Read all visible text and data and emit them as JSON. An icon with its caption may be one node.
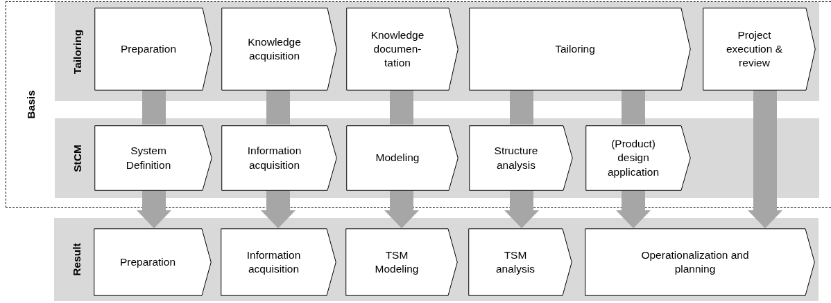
{
  "diagram": {
    "nodes": [
      {
        "text": [
          "Basis"
        ]
      },
      {
        "text": [
          "Tailoring"
        ],
        "in": 0
      },
      {
        "text": [
          "Preparation"
        ],
        "in": 1
      },
      {
        "text": [
          "Knowledge acquisition"
        ],
        "in": 1
      },
      {
        "text": [
          "Knowledge documen-tation"
        ],
        "in": 1
      },
      {
        "text": [
          "Tailoring"
        ],
        "in": 1
      },
      {
        "text": [
          "Project execution & review"
        ],
        "in": 1
      },
      {
        "text": [
          "StCM"
        ],
        "in": 0
      },
      {
        "text": [
          "System Definition"
        ],
        "in": 7
      },
      {
        "text": [
          "Information acquisition"
        ],
        "in": 7
      },
      {
        "text": [
          "Modeling"
        ],
        "in": 7
      },
      {
        "text": [
          "Structure analysis"
        ],
        "in": 7
      },
      {
        "text": [
          "(Product) design application"
        ],
        "in": 7
      },
      {
        "text": [
          "Result"
        ]
      },
      {
        "text": [
          "Preparation"
        ],
        "in": 13
      },
      {
        "text": [
          "Information acquisition"
        ],
        "in": 13
      },
      {
        "text": [
          "TSM Modeling"
        ],
        "in": 13
      },
      {
        "text": [
          "TSM analysis"
        ],
        "in": 13
      },
      {
        "text": [
          "Operationalization and planning"
        ],
        "in": 13
      }
    ],
    "edges": [
      {
        "from": 2,
        "to": 8,
        "arrow": "none"
      },
      {
        "from": 3,
        "to": 9,
        "arrow": "none"
      },
      {
        "from": 4,
        "to": 10,
        "arrow": "none"
      },
      {
        "from": 5,
        "to": 11,
        "arrow": "none"
      },
      {
        "from": 5,
        "to": 12,
        "arrow": "none"
      },
      {
        "from": 6,
        "to": 18,
        "arrow": "to"
      },
      {
        "from": 8,
        "to": 14,
        "arrow": "to"
      },
      {
        "from": 9,
        "to": 15,
        "arrow": "to"
      },
      {
        "from": 10,
        "to": 16,
        "arrow": "to"
      },
      {
        "from": 11,
        "to": 17,
        "arrow": "to"
      },
      {
        "from": 12,
        "to": 18,
        "arrow": "to"
      }
    ]
  }
}
